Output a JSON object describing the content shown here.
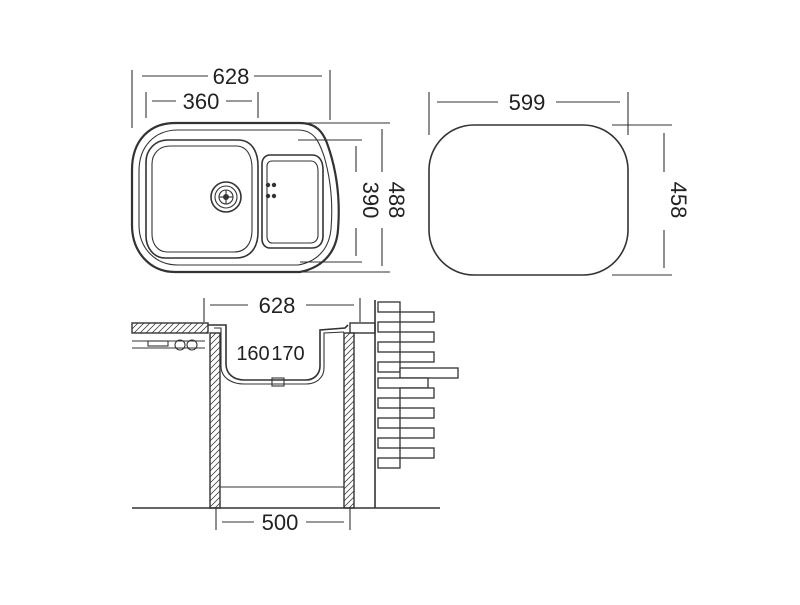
{
  "dimensions": {
    "top_width": "628",
    "bowl_width": "360",
    "top_depth_inner": "390",
    "top_depth_outer": "488",
    "cutout_width": "599",
    "cutout_depth": "458",
    "section_width": "628",
    "bowl_depth_main": "160",
    "bowl_depth_second": "170",
    "cabinet_width": "500"
  },
  "colors": {
    "line": "#333333",
    "background": "#ffffff"
  },
  "icons": [
    "drain-icon",
    "overflow-icon"
  ]
}
